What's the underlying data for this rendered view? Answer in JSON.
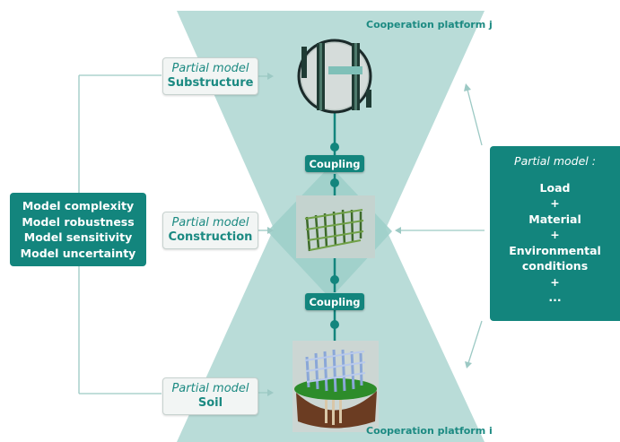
{
  "platforms": {
    "top": "Cooperation platform j",
    "bottom": "Cooperation platform i"
  },
  "coupling": [
    "Coupling",
    "Coupling"
  ],
  "partial_models": [
    {
      "prefix": "Partial model",
      "name": "Substructure"
    },
    {
      "prefix": "Partial model",
      "name": "Construction"
    },
    {
      "prefix": "Partial model",
      "name": "Soil"
    }
  ],
  "model_criteria": [
    "Model complexity",
    "Model robustness",
    "Model sensitivity",
    "Model uncertainty"
  ],
  "right_model": {
    "title": "Partial model :",
    "items": [
      "Load",
      "+",
      "Material",
      "+",
      "Environmental",
      "conditions",
      "+",
      "..."
    ]
  },
  "colors": {
    "teal_dark": "#13857d",
    "teal_light": "#b9dcd8",
    "connector": "#9cc9c4"
  }
}
